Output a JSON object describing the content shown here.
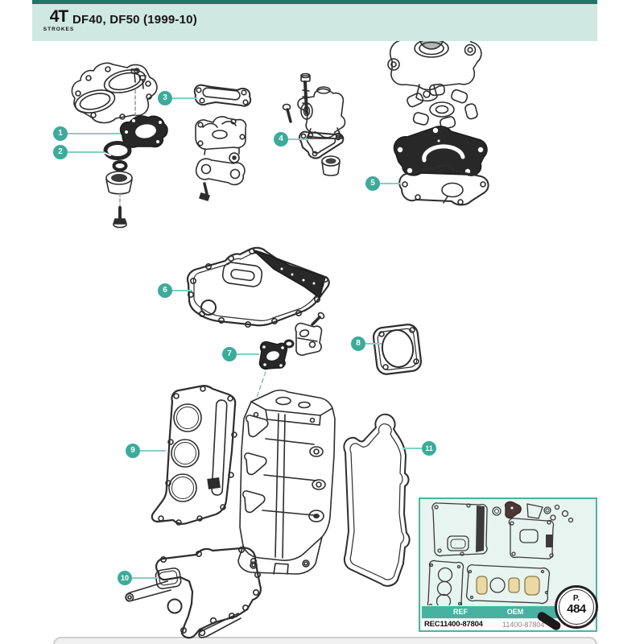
{
  "header": {
    "logo_top": "4T",
    "logo_bottom": "STROKES",
    "title": "DF40, DF50 (1999-10)"
  },
  "callouts": [
    {
      "num": "1"
    },
    {
      "num": "2"
    },
    {
      "num": "3"
    },
    {
      "num": "4"
    },
    {
      "num": "5"
    },
    {
      "num": "6"
    },
    {
      "num": "7"
    },
    {
      "num": "8"
    },
    {
      "num": "9"
    },
    {
      "num": "10"
    },
    {
      "num": "11"
    }
  ],
  "inset": {
    "table_headers": [
      "REF",
      "OEM"
    ],
    "ref_value": "REC11400-87804",
    "oem_value": "11400-87804",
    "badge_prefix": "P.",
    "badge_page": "484"
  },
  "colors": {
    "accent_teal": "#3CAB99",
    "leader_teal": "#85CFC0",
    "banner_mint": "#CFE8E1",
    "top_bar_teal": "#1E7568",
    "inset_bg": "#E7F4EF",
    "inset_border": "#4FB2A1",
    "table_header_teal": "#48B2A0",
    "line_art": "#2D2D2D",
    "gasket_fill_dark": "#282828"
  }
}
